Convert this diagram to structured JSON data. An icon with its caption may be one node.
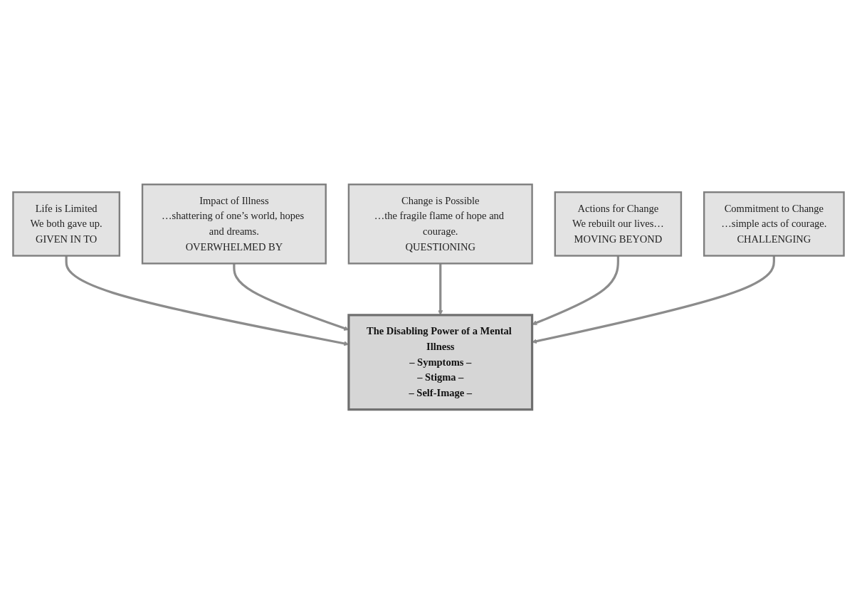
{
  "diagram": {
    "nodes": [
      {
        "text": [
          "Life is Limited",
          "We both gave up.",
          "GIVEN IN TO"
        ]
      },
      {
        "text": [
          "Impact of Illness",
          "…shattering of one’s world, hopes and dreams.",
          "OVERWHELMED BY"
        ]
      },
      {
        "text": [
          "The Disabling Power of a Mental Illness",
          "– Symptoms –",
          "– Stigma –",
          "– Self-Image –"
        ]
      },
      {
        "text": [
          "Change is Possible",
          "…the fragile flame of hope and courage.",
          "QUESTIONING"
        ]
      },
      {
        "text": [
          "Actions for Change",
          "We rebuilt our lives…",
          "MOVING BEYOND"
        ]
      },
      {
        "text": [
          "Commitment to Change",
          "…simple acts of courage.",
          "CHALLENGING"
        ]
      }
    ],
    "edges": [
      {
        "from": 0,
        "to": 2,
        "arrow": "to"
      },
      {
        "from": 1,
        "to": 2,
        "arrow": "to"
      },
      {
        "from": 3,
        "to": 2,
        "arrow": "to"
      },
      {
        "from": 4,
        "to": 2,
        "arrow": "to"
      },
      {
        "from": 5,
        "to": 2,
        "arrow": "to"
      }
    ]
  }
}
